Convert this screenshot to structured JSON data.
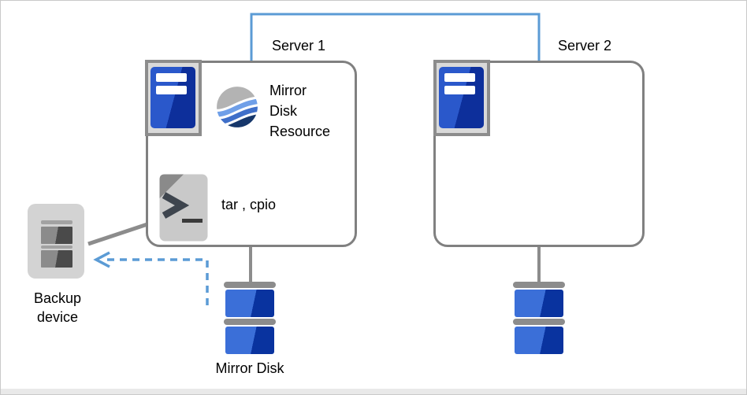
{
  "labels": {
    "server1": "Server 1",
    "server2": "Server 2",
    "mirror_disk_resource_lines": [
      "Mirror",
      "Disk",
      "Resource"
    ],
    "script_caption": "tar , cpio",
    "backup_device_lines": [
      "Backup",
      "device"
    ],
    "mirror_disk": "Mirror Disk"
  },
  "icons": {
    "server_tower": "server-tower-icon",
    "mirror_globe": "mirror-globe-icon",
    "script_file": "script-file-icon",
    "script_glyphs": "> _",
    "backup_tape_drive": "tape-drive-icon",
    "mirror_disk_stack": "disk-stack-icon"
  },
  "colors": {
    "connector_blue": "#5b9bd5",
    "box_border_gray": "#808080",
    "line_gray": "#8c8c8c",
    "server_blue_light": "#2a58cb",
    "server_blue_dark": "#0d2f9b",
    "disk_blue_light": "#3b6fd8",
    "disk_blue_dark": "#09339f",
    "globe_gray": "#b3b3b3",
    "globe_blue_light": "#6f9fe8",
    "globe_blue_mid": "#3f6fc9",
    "globe_navy": "#16376b",
    "frame_border": "#c9c9c9"
  }
}
